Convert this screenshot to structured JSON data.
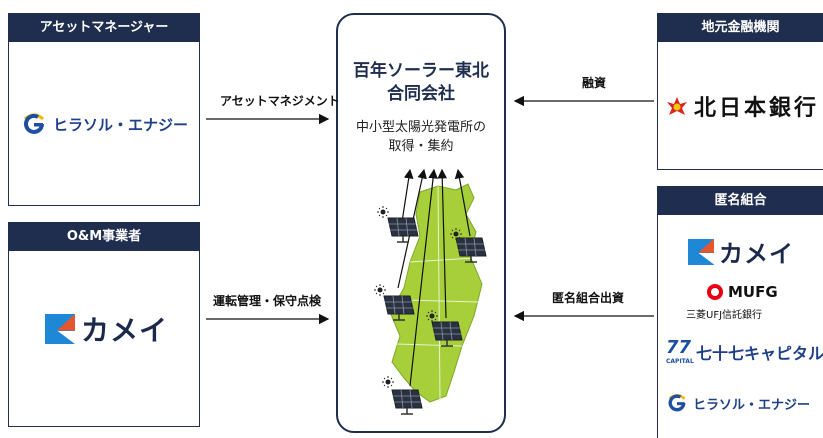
{
  "asset_manager": {
    "header": "アセットマネージャー",
    "logo_text": "ヒラソル・エナジー"
  },
  "om_operator": {
    "header": "O&M事業者",
    "logo_text": "カメイ"
  },
  "center": {
    "title_line1": "百年ソーラー東北",
    "title_line2": "合同会社",
    "sub_line1": "中小型太陽光発電所の",
    "sub_line2": "取得・集約"
  },
  "regional_bank": {
    "header": "地元金融機関",
    "logo_text": "北日本銀行"
  },
  "silent_partnership": {
    "header": "匿名組合",
    "members": {
      "kamei": "カメイ",
      "mufg": "MUFG",
      "mufg_sub": "三菱UFJ信託銀行",
      "seventy_seven_num": "77",
      "seventy_seven_cap": "CAPITAL",
      "seventy_seven": "七十七キャピタル",
      "hirasol": "ヒラソル・エナジー"
    }
  },
  "flows": {
    "asset_management": "アセットマネジメント",
    "operation": "運転管理・保守点検",
    "loan": "融資",
    "investment": "匿名組合出資"
  },
  "colors": {
    "navy": "#1f2d4f",
    "map_green": "#a6cf3a",
    "kamei_blue": "#1e88d6",
    "kamei_orange": "#e4572e",
    "bank_red": "#d7261b",
    "mufg_red": "#e60012",
    "hirasol_blue": "#1e4fa3",
    "hirasol_yellow": "#f2b705"
  }
}
